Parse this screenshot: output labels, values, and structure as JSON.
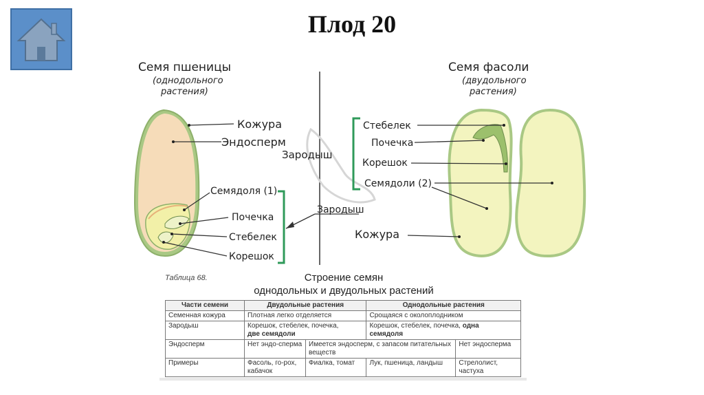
{
  "title": "Плод 20",
  "nav": {
    "home_icon": "home-icon"
  },
  "wheat": {
    "heading": "Семя пшеницы",
    "subheading_1": "(однодольного",
    "subheading_2": "растения)",
    "labels": {
      "coat": "Кожура",
      "endosperm": "Эндосперм",
      "cotyledon": "Семядоля (1)",
      "bud": "Почечка",
      "stem": "Стебелек",
      "root": "Корешок"
    },
    "colors": {
      "endosperm": "#f6dcb9",
      "embryo": "#f2f0a8"
    }
  },
  "center": {
    "embryo_top": "Зародыш",
    "embryo_bottom": "Зародыш"
  },
  "bean": {
    "heading": "Семя фасоли",
    "subheading_1": "(двудольного",
    "subheading_2": "растения)",
    "labels": {
      "stem": "Стебелек",
      "bud": "Почечка",
      "root": "Корешок",
      "cotyledons": "Семядоли (2)",
      "coat": "Кожура"
    },
    "colors": {
      "cotyledon": "#f3f4bf",
      "edge": "#a9c884"
    }
  },
  "caption": "Таблица 68.",
  "table_title": {
    "line1": "Строение семян",
    "line2": "однодольных и двудольных растений"
  },
  "table": {
    "headers": [
      "Части семени",
      "Двудольные растения",
      "Однодольные растения"
    ],
    "rows": {
      "coat": {
        "part": "Семенная кожура",
        "dicot": "Плотная легко отделяется",
        "monocot": "Срощаяся с околоплодником"
      },
      "embryo": {
        "part": "Зародыш",
        "dicot_a": "Корешок, стебелек, почечка,",
        "dicot_b": "две семядоли",
        "monocot_a": "Корешок, стебелек, почечка,",
        "monocot_b": "одна",
        "monocot_c": "семядоля"
      },
      "endosperm": {
        "part": "Эндосперм",
        "cell1": "Нет эндо-сперма",
        "cell2": "Имеется эндосперм, с запасом питательных веществ",
        "cell3": "Нет эндосперма"
      },
      "examples": {
        "part": "Примеры",
        "cell1": "Фасоль, го-рох, кабачок",
        "cell2": "Фиалка, томат",
        "cell3": "Лук, пшеница, ландыш",
        "cell4": "Стрелолист, частуха"
      }
    }
  }
}
